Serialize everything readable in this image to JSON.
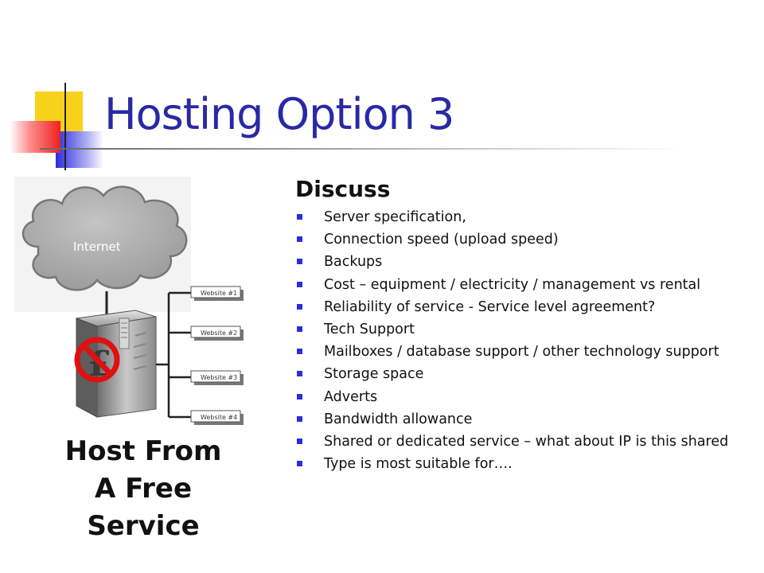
{
  "slide": {
    "title": "Hosting Option 3",
    "caption": "Host From A Free Service",
    "caption_lines": [
      "Host From",
      "A Free",
      "Service"
    ],
    "section_heading": "Discuss",
    "points": [
      "Server specification,",
      "Connection speed (upload speed)",
      "Backups",
      "Cost – equipment / electricity / management vs rental",
      "Reliability of service  - Service level agreement?",
      "Tech Support",
      "Mailboxes / database support / other technology support",
      "Storage space",
      "Adverts",
      "Bandwidth allowance",
      "Shared or dedicated service – what about IP is this shared",
      "Type is most suitable for…."
    ]
  },
  "diagram": {
    "cloud_label": "Internet",
    "websites": [
      "Website #1",
      "Website #2",
      "Website #3",
      "Website #4"
    ],
    "server_symbol": "£",
    "server_icon": "server-icon",
    "no_cost_icon": "prohibited-icon"
  },
  "colors": {
    "title": "#2929a6",
    "bullet": "#2a2ee0",
    "accent_yellow": "#f7d21a",
    "accent_red": "#ee2020",
    "prohibited": "#e01010"
  }
}
